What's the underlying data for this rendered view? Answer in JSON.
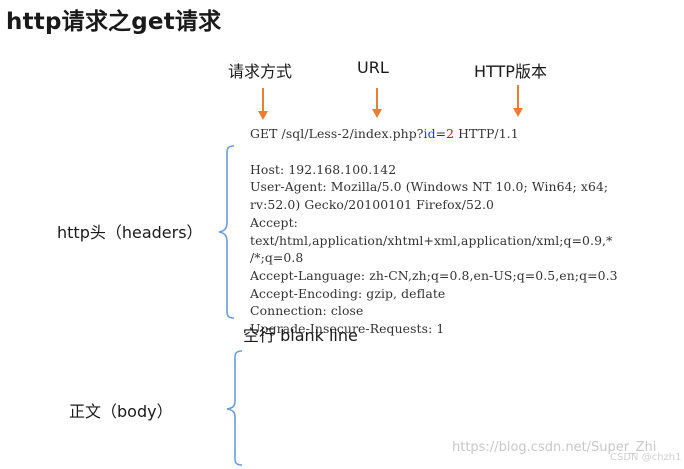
{
  "title": "http请求之get请求",
  "top_labels": {
    "method": "请求方式",
    "url": "URL",
    "version": "HTTP版本"
  },
  "request_line": {
    "prefix": "GET /sql/Less-2/index.php?",
    "param_name": "id",
    "equals": "=",
    "param_value": "2",
    "suffix": " HTTP/1.1"
  },
  "header_lines": [
    "Host: 192.168.100.142",
    "User-Agent: Mozilla/5.0 (Windows NT 10.0; Win64; x64;",
    "rv:52.0) Gecko/20100101 Firefox/52.0",
    "Accept:",
    "text/html,application/xhtml+xml,application/xml;q=0.9,*",
    "/*;q=0.8",
    "Accept-Language: zh-CN,zh;q=0.8,en-US;q=0.5,en;q=0.3",
    "Accept-Encoding: gzip, deflate",
    "Connection: close",
    "Upgrade-Insecure-Requests: 1"
  ],
  "headers_label": "http头（headers）",
  "blank_line_label": "空行 blank line",
  "body_label": "正文（body）",
  "watermark": "https://blog.csdn.net/Super_Zhi",
  "watermark_small": "CSDN @chzh1",
  "colors": {
    "arrow": "#ed7d31",
    "brace": "#6a9ed8",
    "param_name": "#1f3fcf",
    "param_value": "#dd1111"
  }
}
